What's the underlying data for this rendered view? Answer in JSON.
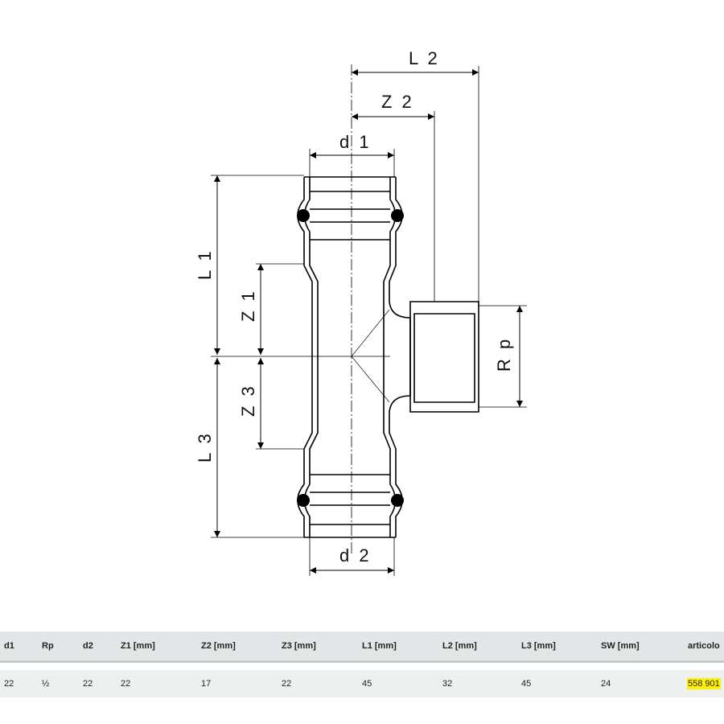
{
  "drawing": {
    "labels": {
      "L2": "L 2",
      "Z2": "Z 2",
      "d1": "d 1",
      "d2": "d 2",
      "L1": "L 1",
      "Z1": "Z 1",
      "Z3": "Z 3",
      "L3": "L 3",
      "Rp": "R p"
    }
  },
  "table": {
    "headers": [
      "d1",
      "Rp",
      "d2",
      "Z1 [mm]",
      "Z2 [mm]",
      "Z3 [mm]",
      "L1 [mm]",
      "L2 [mm]",
      "L3 [mm]",
      "SW [mm]",
      "articolo"
    ],
    "rows": [
      [
        "22",
        "½",
        "22",
        "22",
        "17",
        "22",
        "45",
        "32",
        "45",
        "24",
        "558 901"
      ]
    ],
    "highlight_color": "#fff200"
  }
}
